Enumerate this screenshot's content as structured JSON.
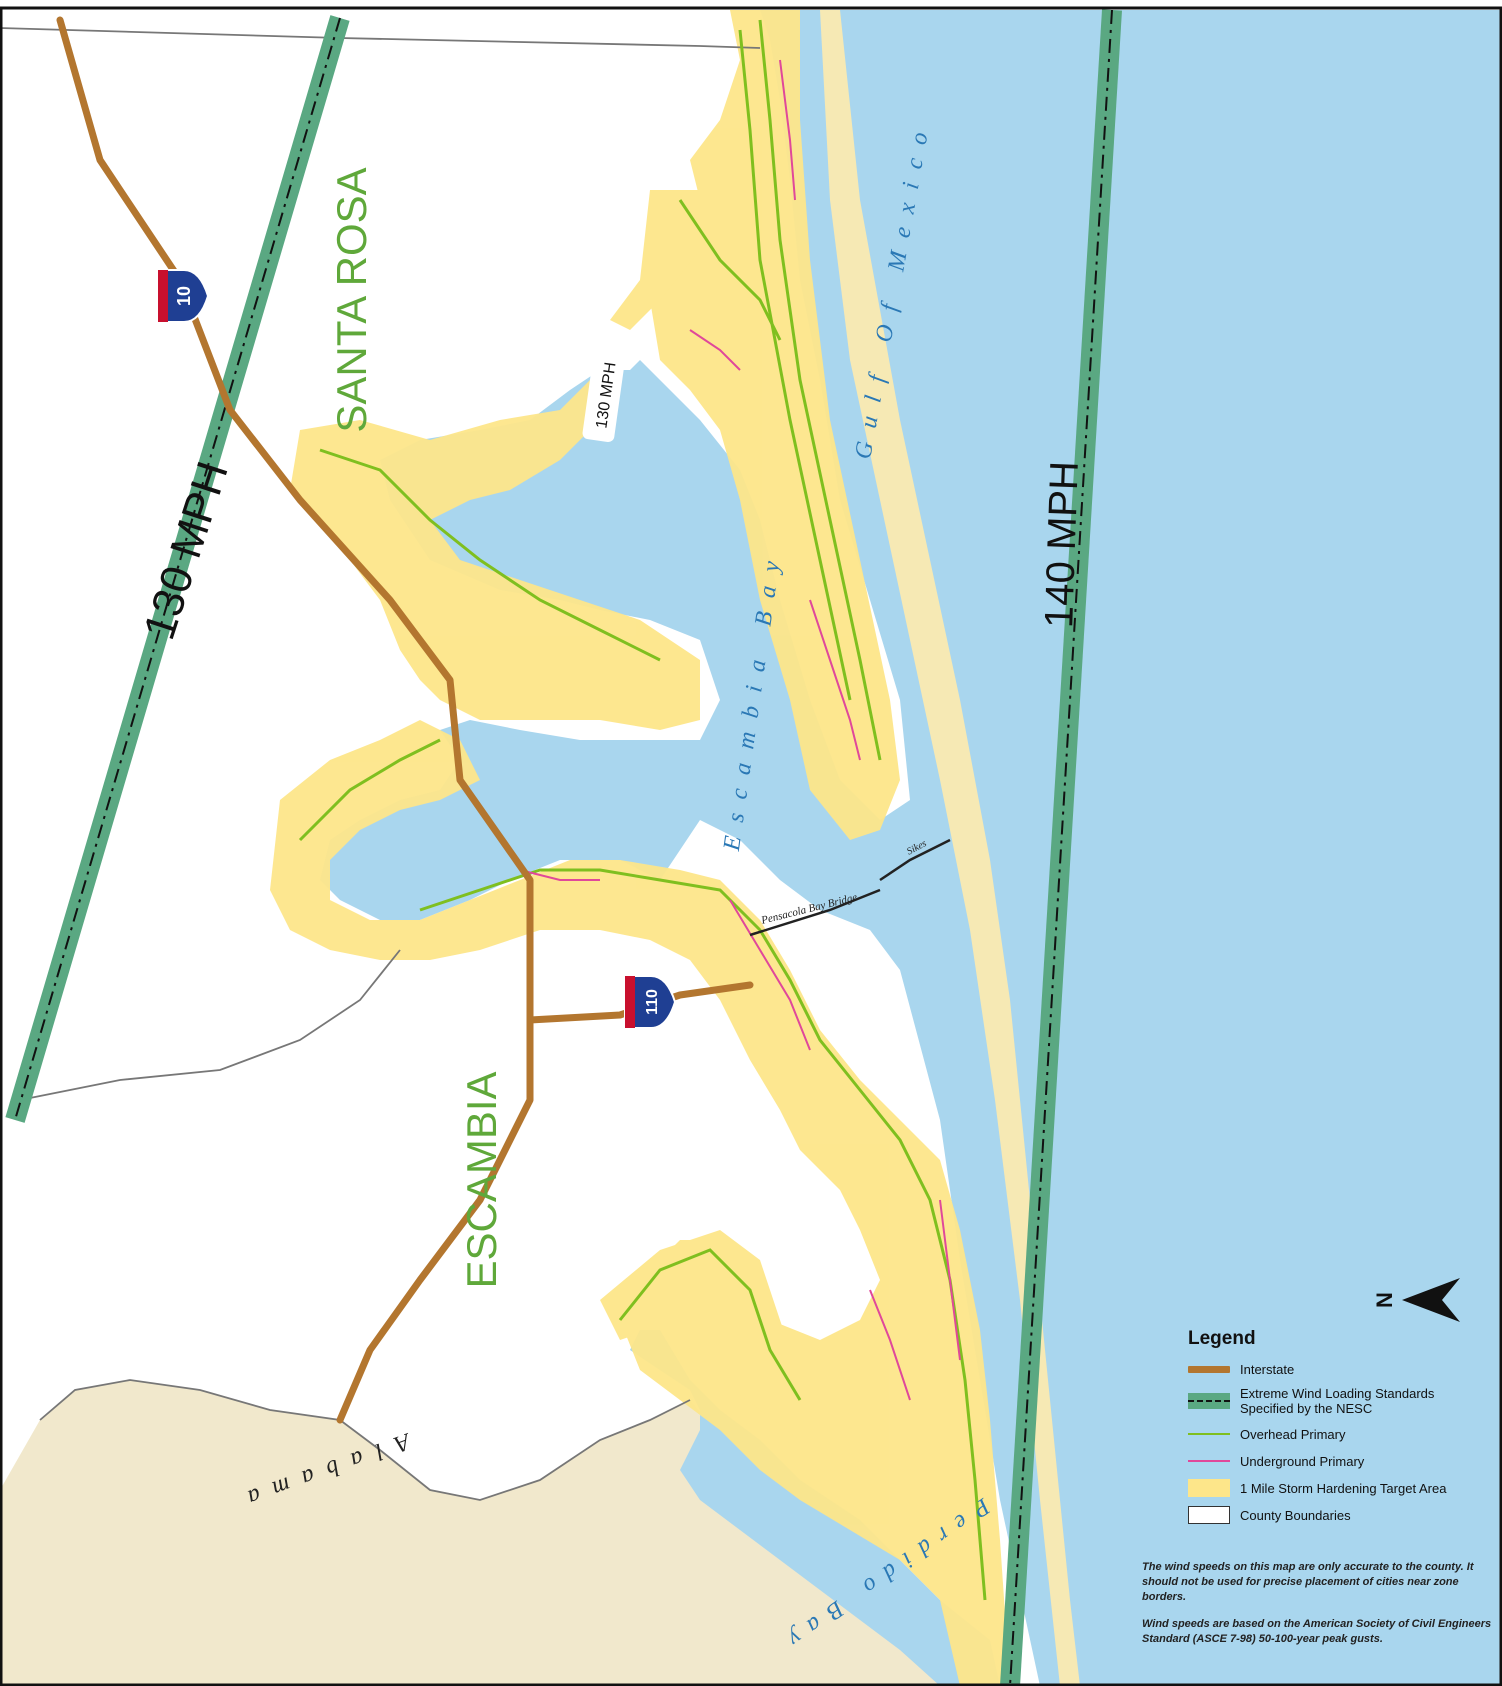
{
  "labels": {
    "county_santa_rosa": "SANTA ROSA",
    "county_escambia": "ESCAMBIA",
    "wind_130_main": "130 MPH",
    "wind_130_small": "130 MPH",
    "wind_140": "140 MPH",
    "water_escambia_bay": "Escambia Bay",
    "water_gulf": "Gulf Of Mexico",
    "water_perdido_bay": "Perdido Bay",
    "state_alabama": "Alabama",
    "bridge_pensacola": "Pensacola Bay Bridge",
    "bridge_sikes": "Sikes",
    "interstate_10": "10",
    "interstate_110": "110",
    "north_arrow": "N"
  },
  "legend": {
    "title": "Legend",
    "items": [
      {
        "key": "interstate",
        "label": "Interstate"
      },
      {
        "key": "nesc",
        "label": "Extreme Wind Loading Standards Specified by the NESC"
      },
      {
        "key": "overhead",
        "label": "Overhead Primary"
      },
      {
        "key": "underground",
        "label": "Underground Primary"
      },
      {
        "key": "target",
        "label": "1 Mile Storm Hardening Target Area"
      },
      {
        "key": "county",
        "label": "County Boundaries"
      }
    ]
  },
  "notes": {
    "accuracy": "The wind speeds on this map are only accurate to the county. It should not be used for precise placement of cities near zone borders.",
    "source": "Wind speeds are based on the American Society of Civil Engineers Standard (ASCE 7-98) 50-100-year peak gusts."
  },
  "colors": {
    "water": "#a9d6ee",
    "land_alabama": "#f1e8cc",
    "target_area": "#fde68a",
    "interstate": "#b3762f",
    "nesc_band": "#5aa882",
    "overhead": "#7fbf1f",
    "underground": "#e0489a"
  }
}
